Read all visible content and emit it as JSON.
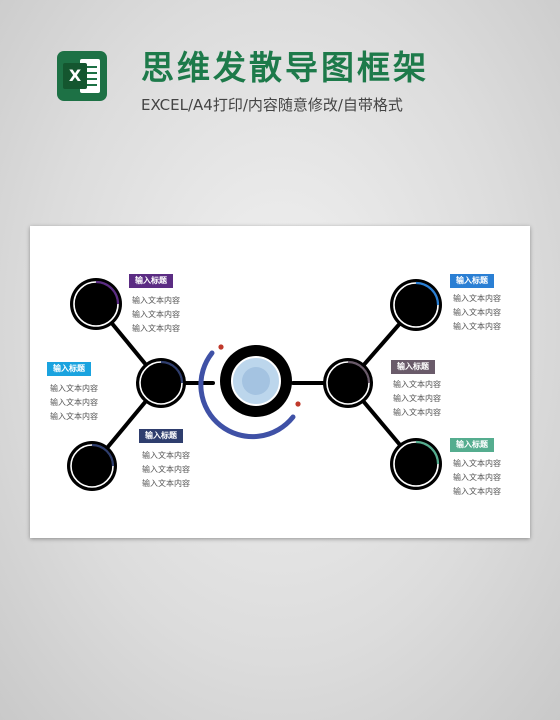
{
  "header": {
    "title": "思维发散导图框架",
    "subtitle": "EXCEL/A4打印/内容随意修改/自带格式",
    "logo_letter": "X"
  },
  "diagram": {
    "center_color": "#bcd6ec",
    "arc_color": "#3f51a6",
    "dot_color": "#c0392b",
    "branches": [
      {
        "id": "top-left",
        "title": "输入标题",
        "color": "#5b2c83",
        "lines": [
          "输入文本内容",
          "输入文本内容",
          "输入文本内容"
        ]
      },
      {
        "id": "mid-left",
        "title": "输入标题",
        "color": "#1aa3df",
        "lines": [
          "输入文本内容",
          "输入文本内容",
          "输入文本内容"
        ]
      },
      {
        "id": "bottom-left",
        "title": "输入标题",
        "color": "#2f3e6e",
        "lines": [
          "输入文本内容",
          "输入文本内容",
          "输入文本内容"
        ]
      },
      {
        "id": "top-right",
        "title": "输入标题",
        "color": "#2a7fd4",
        "lines": [
          "输入文本内容",
          "输入文本内容",
          "输入文本内容"
        ]
      },
      {
        "id": "mid-right",
        "title": "输入标题",
        "color": "#6a5b6a",
        "lines": [
          "输入文本内容",
          "输入文本内容",
          "输入文本内容"
        ]
      },
      {
        "id": "bottom-right",
        "title": "输入标题",
        "color": "#55ad8f",
        "lines": [
          "输入文本内容",
          "输入文本内容",
          "输入文本内容"
        ]
      }
    ]
  }
}
